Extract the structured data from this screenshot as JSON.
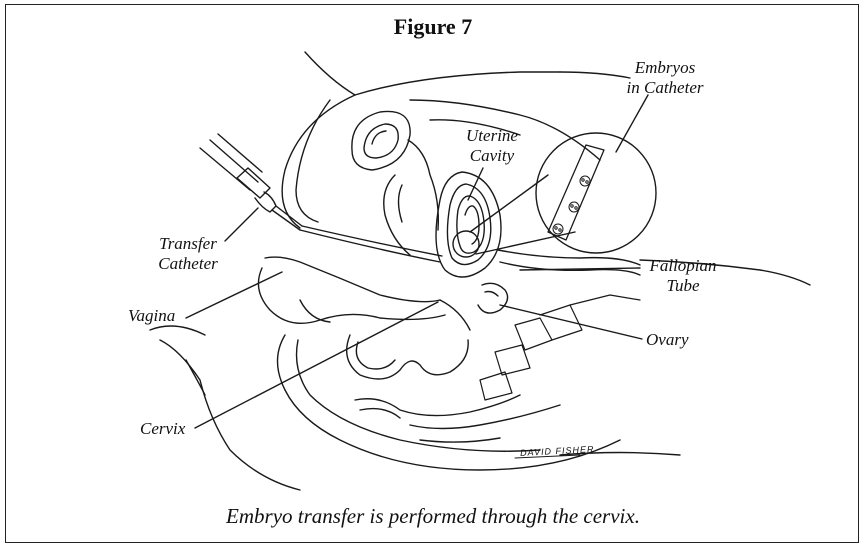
{
  "figure": {
    "title": "Figure 7",
    "caption": "Embryo transfer is performed through the cervix."
  },
  "labels": {
    "embryos_line1": "Embryos",
    "embryos_line2": "in Catheter",
    "uterine_line1": "Uterine",
    "uterine_line2": "Cavity",
    "transfer_line1": "Transfer",
    "transfer_line2": "Catheter",
    "fallopian_line1": "Fallopian",
    "fallopian_line2": "Tube",
    "vagina": "Vagina",
    "ovary": "Ovary",
    "cervix": "Cervix"
  },
  "signature": "DAVID FISHER"
}
